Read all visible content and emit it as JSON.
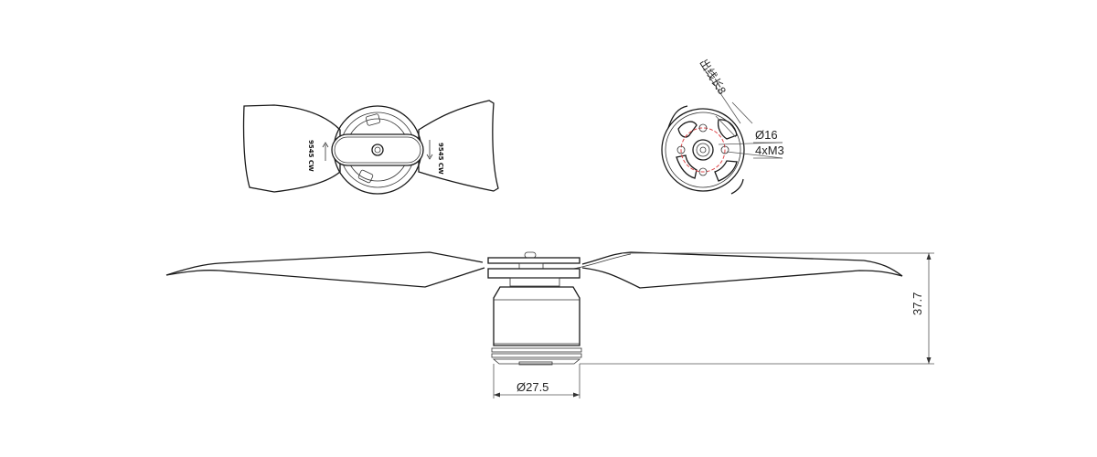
{
  "figure": {
    "type": "technical drawing",
    "subject": "propeller and motor assembly",
    "views": [
      "propeller top view",
      "motor bottom view",
      "side elevation"
    ]
  },
  "top_view": {
    "blade_markings": [
      {
        "side": "left",
        "text": "9545 CW"
      },
      {
        "side": "right",
        "text": "9545 CW"
      }
    ]
  },
  "motor_view": {
    "lead_length_label": "出线长8",
    "bolt_circle_label": "Ø16",
    "thread_label": "4xM3",
    "colors": {
      "bolt_circle": "#e0484b"
    }
  },
  "side_view": {
    "motor_diameter_label": "Ø27.5",
    "height_label": "37.7"
  }
}
